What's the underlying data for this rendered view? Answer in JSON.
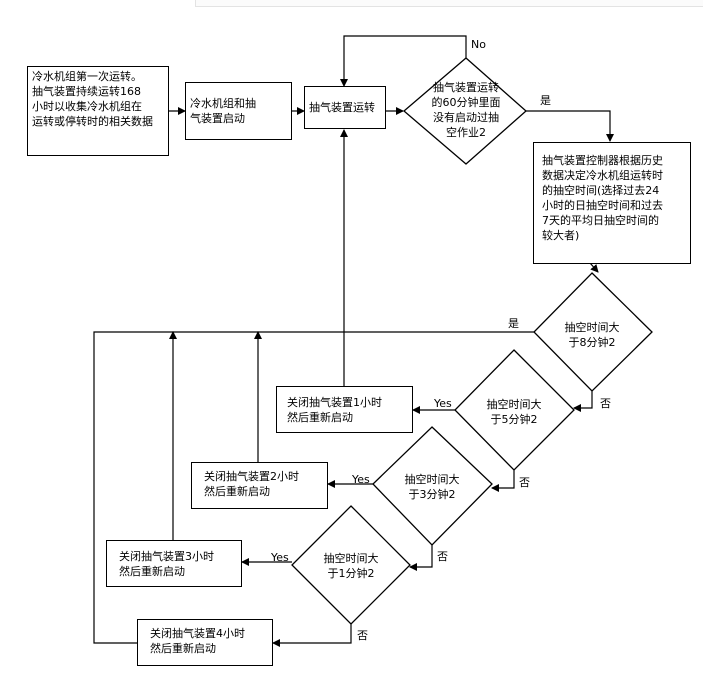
{
  "nodes": {
    "start": "冷水机组第一次运转。\n抽气装置持续运转168\n小时以收集冷水机组在\n运转或停转时的相关数据",
    "chiller_start": "冷水机组和抽\n气装置启动",
    "purge_run": "抽气装置运转",
    "decision_60": "抽气装置运转\n的60分钟里面\n没有启动过抽\n空作业2",
    "controller": "抽气装置控制器根据历史\n数据决定冷水机组运转时\n的抽空时间(选择过去24\n小时的日抽空时间和过去\n7天的平均日抽空时间的\n较大者)",
    "decision_8": "抽空时间大\n于8分钟2",
    "decision_5": "抽空时间大\n于5分钟2",
    "decision_3": "抽空时间大\n于3分钟2",
    "decision_1": "抽空时间大\n于1分钟2",
    "off_1h": "关闭抽气装置1小时\n然后重新启动",
    "off_2h": "关闭抽气装置2小时\n然后重新启动",
    "off_3h": "关闭抽气装置3小时\n然后重新启动",
    "off_4h": "关闭抽气装置4小时\n然后重新启动"
  },
  "labels": {
    "no": "No",
    "yes_cn": "是",
    "yes_cn_8": "是",
    "no_cn_8": "否",
    "yes_5": "Yes",
    "no_cn_5": "否",
    "yes_3": "Yes",
    "no_cn_3": "否",
    "yes_1": "Yes",
    "no_cn_1": "否"
  }
}
